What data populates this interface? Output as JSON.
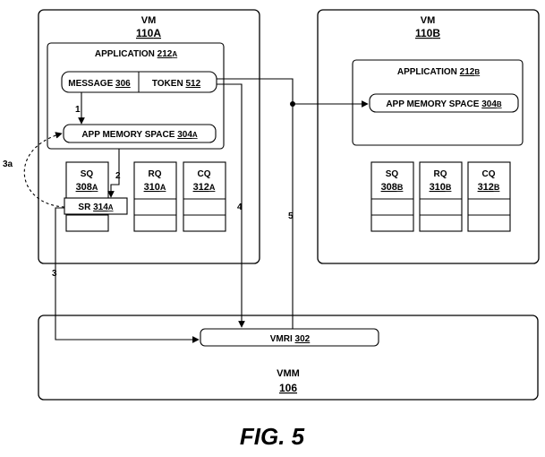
{
  "vm_a": {
    "title": "VM",
    "ref": "110",
    "sub": "A"
  },
  "vm_b": {
    "title": "VM",
    "ref": "110",
    "sub": "B"
  },
  "app_a": {
    "name": "APPLICATION",
    "ref": "212",
    "sub": "A"
  },
  "app_b": {
    "name": "APPLICATION",
    "ref": "212",
    "sub": "B"
  },
  "message": {
    "name": "MESSAGE",
    "ref": "306"
  },
  "token": {
    "name": "TOKEN",
    "ref": "512"
  },
  "mem_a": {
    "name": "APP MEMORY SPACE",
    "ref": "304",
    "sub": "A"
  },
  "mem_b": {
    "name": "APP MEMORY SPACE",
    "ref": "304",
    "sub": "B"
  },
  "queues_a": [
    {
      "name": "SQ",
      "ref": "308",
      "sub": "A"
    },
    {
      "name": "RQ",
      "ref": "310",
      "sub": "A"
    },
    {
      "name": "CQ",
      "ref": "312",
      "sub": "A"
    }
  ],
  "queues_b": [
    {
      "name": "SQ",
      "ref": "308",
      "sub": "B"
    },
    {
      "name": "RQ",
      "ref": "310",
      "sub": "B"
    },
    {
      "name": "CQ",
      "ref": "312",
      "sub": "B"
    }
  ],
  "sr": {
    "name": "SR",
    "ref": "314",
    "sub": "A"
  },
  "vmri": {
    "name": "VMRI",
    "ref": "302"
  },
  "vmm": {
    "title": "VMM",
    "ref": "106"
  },
  "steps": {
    "s1": "1",
    "s2": "2",
    "s3": "3",
    "s3a": "3a",
    "s4": "4",
    "s5": "5"
  },
  "figure_label": "FIG. 5"
}
